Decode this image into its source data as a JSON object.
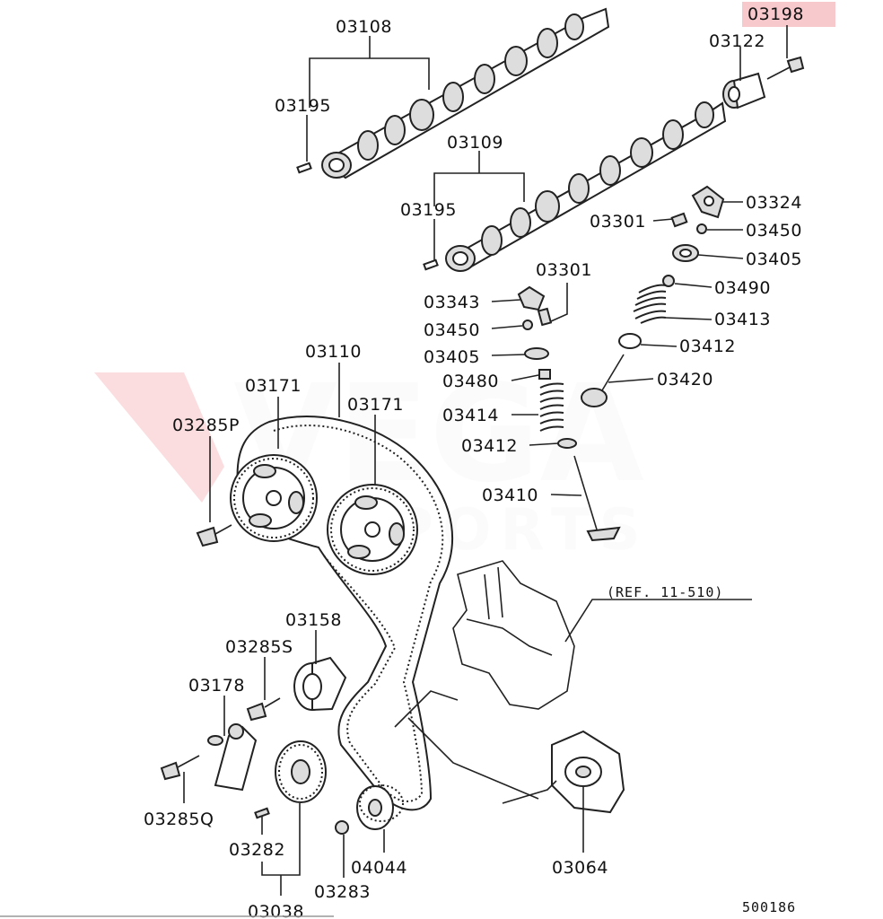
{
  "watermark": {
    "brand": "VEGA",
    "subtitle": "SPORTS"
  },
  "highlight_color": "#f7c9cc",
  "watermark_color": "#e8454f",
  "highlighted_part": "03198",
  "reference_note": "(REF. 11-510)",
  "diagram_number": "500186",
  "parts": {
    "p03198": "03198",
    "p03108": "03108",
    "p03122": "03122",
    "p03195a": "03195",
    "p03109": "03109",
    "p03195b": "03195",
    "p03324": "03324",
    "p03301a": "03301",
    "p03450a": "03450",
    "p03405a": "03405",
    "p03301b": "03301",
    "p03343": "03343",
    "p03490": "03490",
    "p03450b": "03450",
    "p03413": "03413",
    "p03405b": "03405",
    "p03412a": "03412",
    "p03110": "03110",
    "p03480": "03480",
    "p03420": "03420",
    "p03171a": "03171",
    "p03171b": "03171",
    "p03414": "03414",
    "p03285P": "03285P",
    "p03412b": "03412",
    "p03410": "03410",
    "p03158": "03158",
    "p03285S": "03285S",
    "p03178": "03178",
    "p03285Q": "03285Q",
    "p03282": "03282",
    "p04044": "04044",
    "p03064": "03064",
    "p03283": "03283",
    "p03038": "03038"
  }
}
